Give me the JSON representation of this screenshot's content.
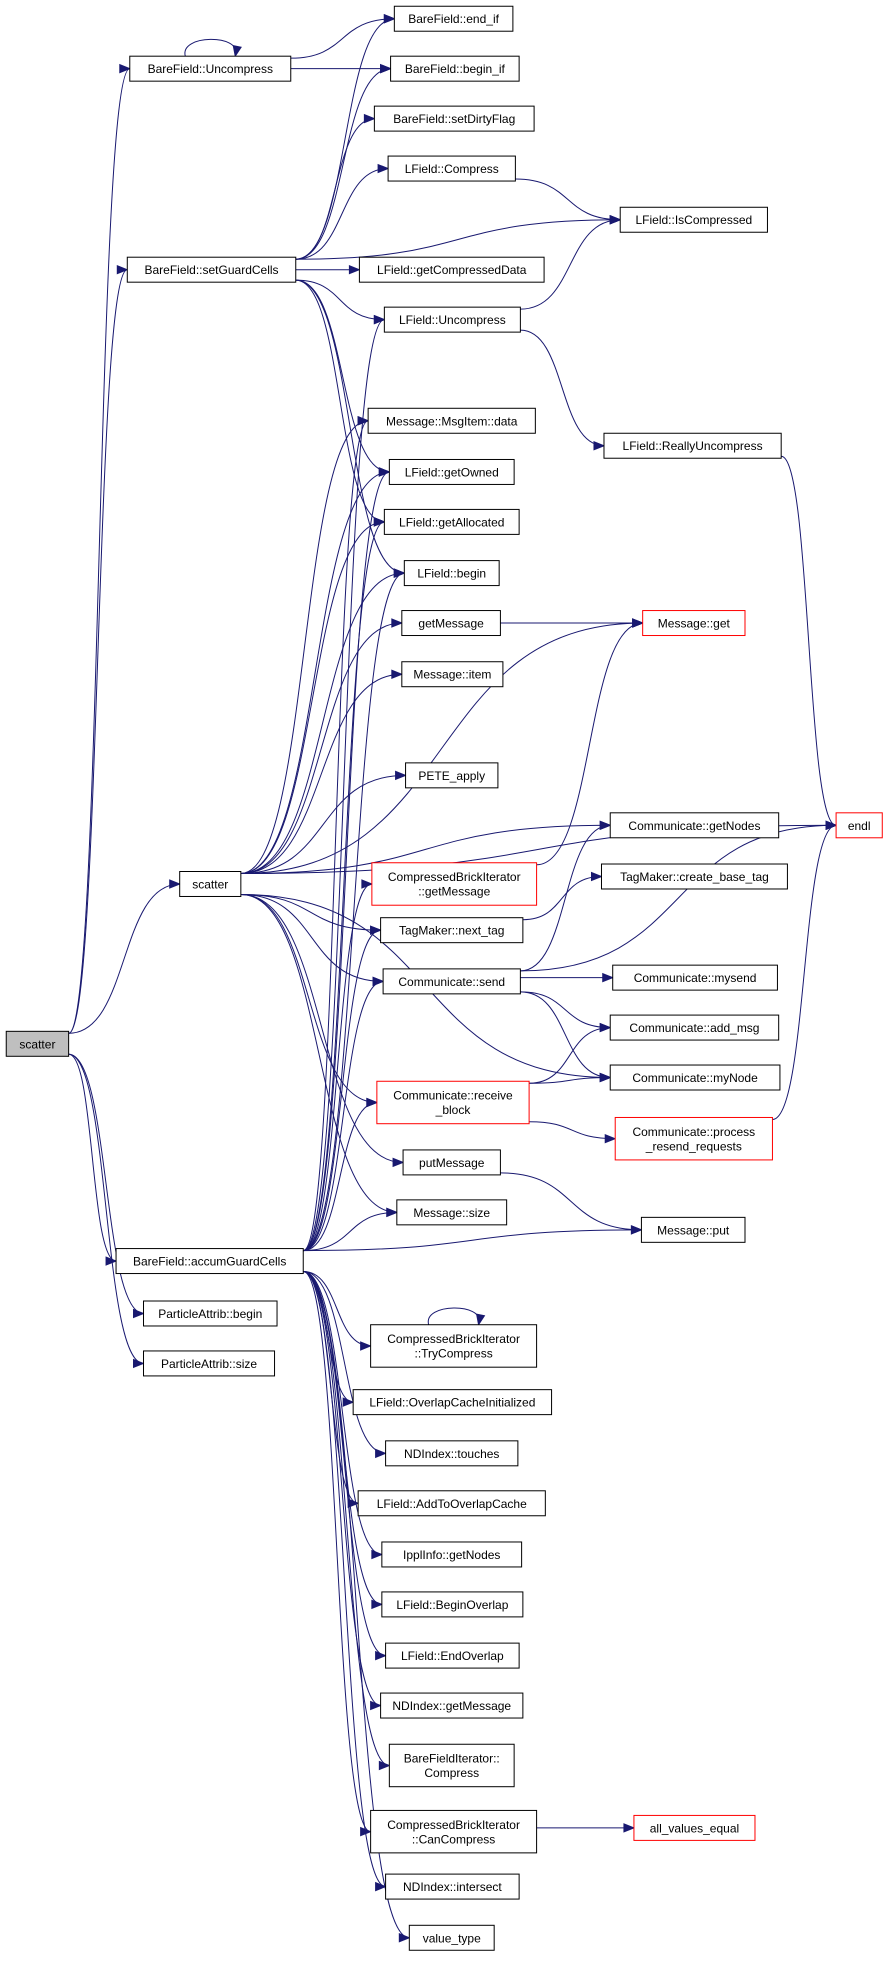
{
  "colors": {
    "edge": "#191970",
    "node_border": "#000000",
    "highlight_border": "#ff0000",
    "root_fill": "#bfbfbf"
  },
  "nodes": [
    {
      "id": "root",
      "lines": [
        "scatter"
      ],
      "style": "root"
    },
    {
      "id": "bf_uncompress",
      "lines": [
        "BareField::Uncompress"
      ]
    },
    {
      "id": "bf_setguard",
      "lines": [
        "BareField::setGuardCells"
      ]
    },
    {
      "id": "scatter2",
      "lines": [
        "scatter"
      ]
    },
    {
      "id": "bf_accum",
      "lines": [
        "BareField::accumGuardCells"
      ]
    },
    {
      "id": "pa_begin",
      "lines": [
        "ParticleAttrib::begin"
      ]
    },
    {
      "id": "pa_size",
      "lines": [
        "ParticleAttrib::size"
      ]
    },
    {
      "id": "bf_endif",
      "lines": [
        "BareField::end_if"
      ]
    },
    {
      "id": "bf_beginif",
      "lines": [
        "BareField::begin_if"
      ]
    },
    {
      "id": "bf_setdirty",
      "lines": [
        "BareField::setDirtyFlag"
      ]
    },
    {
      "id": "lf_compress",
      "lines": [
        "LField::Compress"
      ]
    },
    {
      "id": "lf_iscompressed",
      "lines": [
        "LField::IsCompressed"
      ]
    },
    {
      "id": "lf_getcompdata",
      "lines": [
        "LField::getCompressedData"
      ]
    },
    {
      "id": "lf_uncompress",
      "lines": [
        "LField::Uncompress"
      ]
    },
    {
      "id": "lf_reallyuncompress",
      "lines": [
        "LField::ReallyUncompress"
      ]
    },
    {
      "id": "msg_msgitem_data",
      "lines": [
        "Message::MsgItem::data"
      ]
    },
    {
      "id": "lf_getowned",
      "lines": [
        "LField::getOwned"
      ]
    },
    {
      "id": "lf_getallocated",
      "lines": [
        "LField::getAllocated"
      ]
    },
    {
      "id": "lf_begin",
      "lines": [
        "LField::begin"
      ]
    },
    {
      "id": "getmessage",
      "lines": [
        "getMessage"
      ]
    },
    {
      "id": "msg_get",
      "lines": [
        "Message::get"
      ],
      "style": "red"
    },
    {
      "id": "msg_item",
      "lines": [
        "Message::item"
      ]
    },
    {
      "id": "pete_apply",
      "lines": [
        "PETE_apply"
      ]
    },
    {
      "id": "endl",
      "lines": [
        "endl"
      ],
      "style": "red"
    },
    {
      "id": "cbi_getmessage",
      "lines": [
        "CompressedBrickIterator",
        "::getMessage"
      ],
      "style": "red"
    },
    {
      "id": "comm_getnodes",
      "lines": [
        "Communicate::getNodes"
      ]
    },
    {
      "id": "tm_createbase",
      "lines": [
        "TagMaker::create_base_tag"
      ]
    },
    {
      "id": "tm_nexttag",
      "lines": [
        "TagMaker::next_tag"
      ]
    },
    {
      "id": "comm_send",
      "lines": [
        "Communicate::send"
      ]
    },
    {
      "id": "comm_mysend",
      "lines": [
        "Communicate::mysend"
      ]
    },
    {
      "id": "comm_addmsg",
      "lines": [
        "Communicate::add_msg"
      ]
    },
    {
      "id": "comm_mynode",
      "lines": [
        "Communicate::myNode"
      ]
    },
    {
      "id": "comm_receiveblock",
      "lines": [
        "Communicate::receive",
        "_block"
      ],
      "style": "red"
    },
    {
      "id": "comm_processresend",
      "lines": [
        "Communicate::process",
        "_resend_requests"
      ],
      "style": "red"
    },
    {
      "id": "putmessage",
      "lines": [
        "putMessage"
      ]
    },
    {
      "id": "msg_size",
      "lines": [
        "Message::size"
      ]
    },
    {
      "id": "msg_put",
      "lines": [
        "Message::put"
      ]
    },
    {
      "id": "cbi_trycompress",
      "lines": [
        "CompressedBrickIterator",
        "::TryCompress"
      ]
    },
    {
      "id": "lf_overlapcacheinit",
      "lines": [
        "LField::OverlapCacheInitialized"
      ]
    },
    {
      "id": "ndi_touches",
      "lines": [
        "NDIndex::touches"
      ]
    },
    {
      "id": "lf_addtooverlap",
      "lines": [
        "LField::AddToOverlapCache"
      ]
    },
    {
      "id": "ippl_getnodes",
      "lines": [
        "IpplInfo::getNodes"
      ]
    },
    {
      "id": "lf_beginoverlap",
      "lines": [
        "LField::BeginOverlap"
      ]
    },
    {
      "id": "lf_endoverlap",
      "lines": [
        "LField::EndOverlap"
      ]
    },
    {
      "id": "ndi_getmessage",
      "lines": [
        "NDIndex::getMessage"
      ]
    },
    {
      "id": "bfi_compress",
      "lines": [
        "BareFieldIterator::",
        "Compress"
      ]
    },
    {
      "id": "cbi_cancompress",
      "lines": [
        "CompressedBrickIterator",
        "::CanCompress"
      ]
    },
    {
      "id": "all_values_equal",
      "lines": [
        "all_values_equal"
      ],
      "style": "red"
    },
    {
      "id": "ndi_intersect",
      "lines": [
        "NDIndex::intersect"
      ]
    },
    {
      "id": "value_type",
      "lines": [
        "value_type"
      ]
    }
  ],
  "edges": [
    [
      "root",
      "bf_uncompress"
    ],
    [
      "root",
      "bf_setguard"
    ],
    [
      "root",
      "scatter2"
    ],
    [
      "root",
      "bf_accum"
    ],
    [
      "root",
      "pa_begin"
    ],
    [
      "root",
      "pa_size"
    ],
    [
      "bf_uncompress",
      "bf_uncompress"
    ],
    [
      "bf_uncompress",
      "bf_endif"
    ],
    [
      "bf_uncompress",
      "bf_beginif"
    ],
    [
      "bf_setguard",
      "bf_endif"
    ],
    [
      "bf_setguard",
      "bf_beginif"
    ],
    [
      "bf_setguard",
      "bf_setdirty"
    ],
    [
      "bf_setguard",
      "lf_compress"
    ],
    [
      "bf_setguard",
      "lf_iscompressed"
    ],
    [
      "bf_setguard",
      "lf_getcompdata"
    ],
    [
      "bf_setguard",
      "lf_uncompress"
    ],
    [
      "bf_setguard",
      "lf_getowned"
    ],
    [
      "bf_setguard",
      "lf_getallocated"
    ],
    [
      "bf_setguard",
      "lf_begin"
    ],
    [
      "lf_compress",
      "lf_iscompressed"
    ],
    [
      "lf_uncompress",
      "lf_iscompressed"
    ],
    [
      "lf_uncompress",
      "lf_reallyuncompress"
    ],
    [
      "lf_reallyuncompress",
      "endl"
    ],
    [
      "scatter2",
      "msg_get"
    ],
    [
      "scatter2",
      "msg_msgitem_data"
    ],
    [
      "scatter2",
      "lf_getowned"
    ],
    [
      "scatter2",
      "lf_getallocated"
    ],
    [
      "scatter2",
      "lf_begin"
    ],
    [
      "scatter2",
      "getmessage"
    ],
    [
      "scatter2",
      "msg_item"
    ],
    [
      "scatter2",
      "endl"
    ],
    [
      "scatter2",
      "pete_apply"
    ],
    [
      "scatter2",
      "comm_getnodes"
    ],
    [
      "scatter2",
      "tm_nexttag"
    ],
    [
      "scatter2",
      "comm_send"
    ],
    [
      "scatter2",
      "comm_mynode"
    ],
    [
      "scatter2",
      "comm_receiveblock"
    ],
    [
      "scatter2",
      "putmessage"
    ],
    [
      "scatter2",
      "msg_size"
    ],
    [
      "getmessage",
      "msg_get"
    ],
    [
      "cbi_getmessage",
      "msg_get"
    ],
    [
      "tm_nexttag",
      "tm_createbase"
    ],
    [
      "comm_send",
      "endl"
    ],
    [
      "comm_send",
      "comm_getnodes"
    ],
    [
      "comm_send",
      "comm_mysend"
    ],
    [
      "comm_send",
      "comm_addmsg"
    ],
    [
      "comm_send",
      "comm_mynode"
    ],
    [
      "comm_receiveblock",
      "comm_addmsg"
    ],
    [
      "comm_receiveblock",
      "comm_mynode"
    ],
    [
      "comm_receiveblock",
      "comm_processresend"
    ],
    [
      "comm_processresend",
      "endl"
    ],
    [
      "putmessage",
      "msg_put"
    ],
    [
      "bf_accum",
      "lf_uncompress"
    ],
    [
      "bf_accum",
      "msg_msgitem_data"
    ],
    [
      "bf_accum",
      "lf_getowned"
    ],
    [
      "bf_accum",
      "lf_getallocated"
    ],
    [
      "bf_accum",
      "lf_begin"
    ],
    [
      "bf_accum",
      "cbi_getmessage"
    ],
    [
      "bf_accum",
      "tm_nexttag"
    ],
    [
      "bf_accum",
      "comm_send"
    ],
    [
      "bf_accum",
      "comm_receiveblock"
    ],
    [
      "bf_accum",
      "msg_size"
    ],
    [
      "bf_accum",
      "msg_put"
    ],
    [
      "bf_accum",
      "cbi_trycompress"
    ],
    [
      "bf_accum",
      "lf_overlapcacheinit"
    ],
    [
      "bf_accum",
      "ndi_touches"
    ],
    [
      "bf_accum",
      "lf_addtooverlap"
    ],
    [
      "bf_accum",
      "ippl_getnodes"
    ],
    [
      "bf_accum",
      "lf_beginoverlap"
    ],
    [
      "bf_accum",
      "lf_endoverlap"
    ],
    [
      "bf_accum",
      "ndi_getmessage"
    ],
    [
      "bf_accum",
      "bfi_compress"
    ],
    [
      "bf_accum",
      "cbi_cancompress"
    ],
    [
      "bf_accum",
      "ndi_intersect"
    ],
    [
      "bf_accum",
      "value_type"
    ],
    [
      "cbi_trycompress",
      "cbi_trycompress"
    ],
    [
      "cbi_cancompress",
      "all_values_equal"
    ]
  ]
}
